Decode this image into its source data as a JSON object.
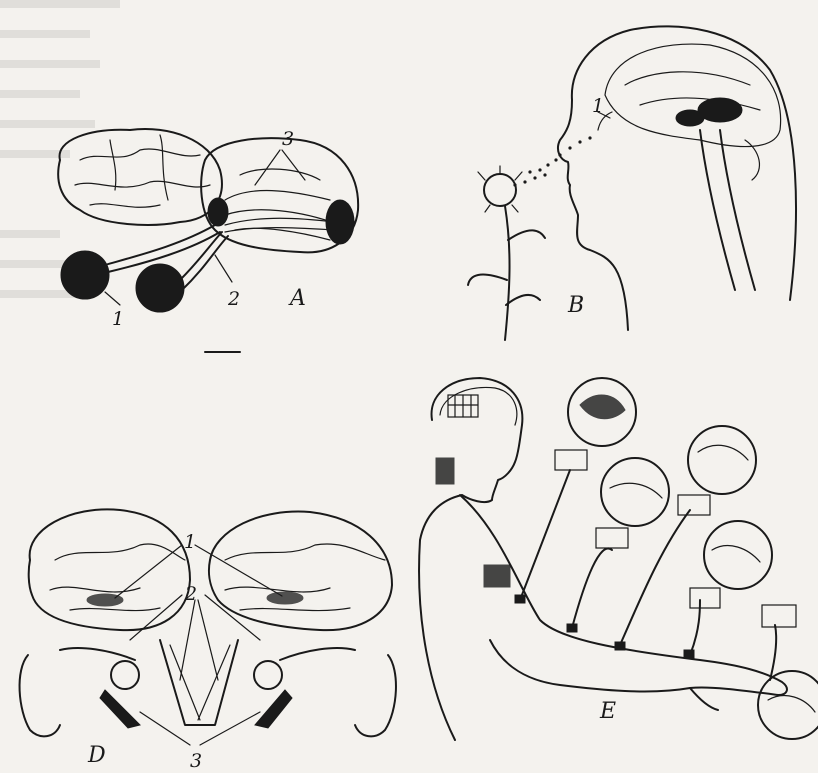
{
  "panels": {
    "A": {
      "letter": "A",
      "labels": [
        "1",
        "2",
        "3"
      ]
    },
    "B": {
      "letter": "B",
      "labels": [
        "1"
      ]
    },
    "D": {
      "letter": "D",
      "labels": [
        "1",
        "2",
        "3"
      ]
    },
    "E": {
      "letter": "E"
    }
  },
  "colors": {
    "ink": "#1a1a1a",
    "paper": "#f4f2ee"
  }
}
